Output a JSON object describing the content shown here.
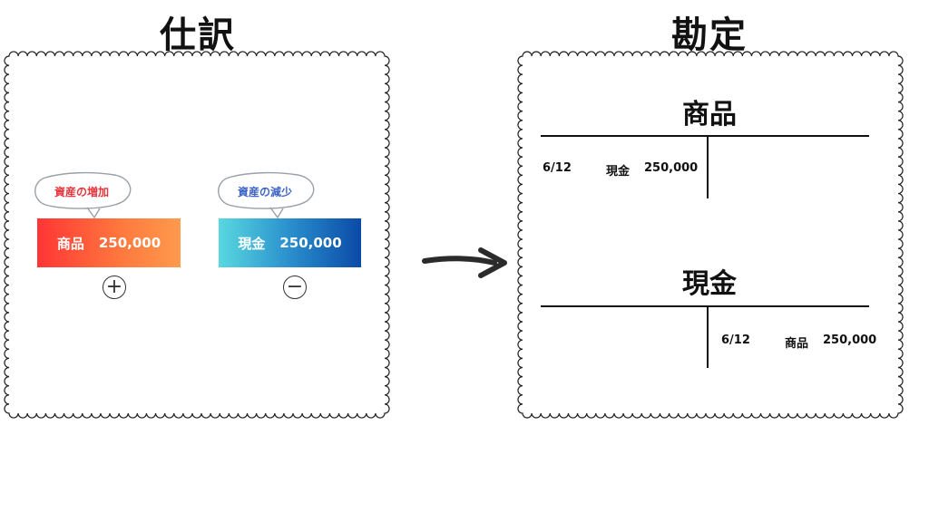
{
  "headings": {
    "left": "仕訳",
    "right": "勘定"
  },
  "journal": {
    "bubble_increase": "資産の増加",
    "bubble_decrease": "資産の減少",
    "debit": {
      "account": "商品",
      "amount": "250,000"
    },
    "credit": {
      "account": "現金",
      "amount": "250,000"
    },
    "plus_sign": "+",
    "minus_sign": "−"
  },
  "ledger": {
    "goods": {
      "title": "商品",
      "debit_entry": {
        "date": "6/12",
        "counter_account": "現金",
        "amount": "250,000"
      }
    },
    "cash": {
      "title": "現金",
      "credit_entry": {
        "date": "6/12",
        "counter_account": "商品",
        "amount": "250,000"
      }
    }
  },
  "colors": {
    "increase_label": "#e8343a",
    "decrease_label": "#3c63c8",
    "debit_box_start": "#ff3535",
    "debit_box_end": "#ff9a4d",
    "credit_box_start": "#58d8e0",
    "credit_box_end": "#0a4aa8"
  },
  "icons": {
    "arrow": "arrow-right-icon",
    "frame": "stamp-frame"
  }
}
